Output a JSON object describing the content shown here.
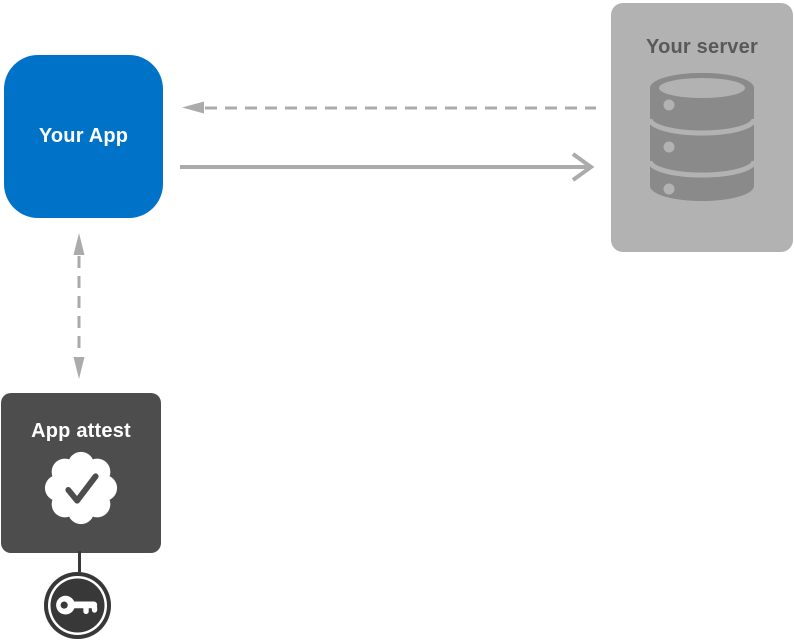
{
  "diagram": {
    "title": "App Attest architecture diagram",
    "nodes": {
      "app": {
        "label": "Your App"
      },
      "server": {
        "label": "Your server",
        "icon": "database-icon"
      },
      "attest": {
        "label": "App attest",
        "icon": "seal-checkmark-icon"
      },
      "key": {
        "icon": "key-icon"
      }
    },
    "edges": [
      {
        "name": "server-to-app",
        "style": "dashed",
        "direction": "left",
        "from": "server",
        "to": "app"
      },
      {
        "name": "app-to-server",
        "style": "solid",
        "direction": "right",
        "from": "app",
        "to": "server"
      },
      {
        "name": "app-to-attest",
        "style": "dashed",
        "direction": "both",
        "from": "app",
        "to": "attest"
      },
      {
        "name": "attest-to-key",
        "style": "solid",
        "direction": "none",
        "from": "attest",
        "to": "key"
      }
    ],
    "colors": {
      "app_blue": "#0072C8",
      "server_gray": "#B2B2B2",
      "server_text_gray": "#595959",
      "server_icon_gray": "#8A8A8A",
      "attest_dark_gray": "#4D4D4D",
      "key_dark": "#383838",
      "arrow_gray": "#ABABAB",
      "white": "#FFFFFF"
    }
  }
}
